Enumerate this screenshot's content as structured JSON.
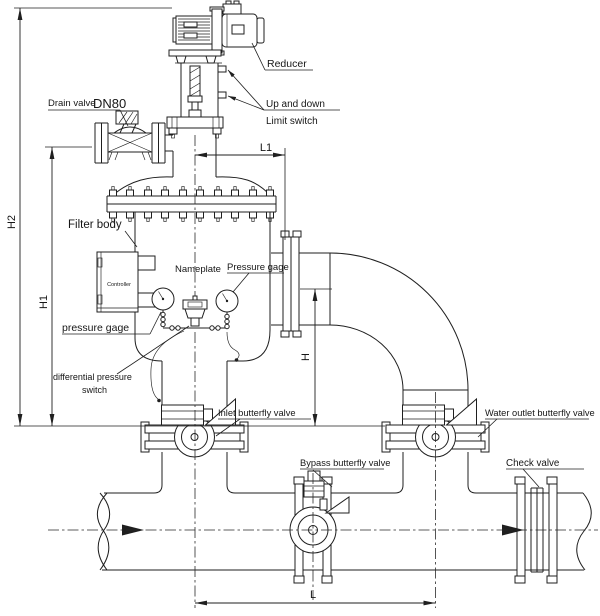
{
  "figure": {
    "labels": {
      "reducer": "Reducer",
      "up_down_1": "Up and down",
      "up_down_2": "Limit switch",
      "drain_valve": "Drain valve",
      "drain_valve_size": "DN80",
      "filter_body": "Filter body",
      "nameplate": "Nameplate",
      "pressure_gage_upper": "Pressure gage",
      "pressure_gage_lower": "pressure gage",
      "controller": "Controller",
      "diff_pressure_1": "differential pressure",
      "diff_pressure_2": "switch",
      "inlet_valve": "Inlet butterfly valve",
      "outlet_valve": "Water outlet butterfly valve",
      "bypass_valve": "Bypass butterfly valve",
      "check_valve": "Check valve"
    },
    "dimensions": {
      "h2": "H2",
      "h1": "H1",
      "l1": "L1",
      "h": "H",
      "l": "L"
    },
    "colors": {
      "line": "#1f1f1f",
      "background": "#ffffff"
    }
  }
}
